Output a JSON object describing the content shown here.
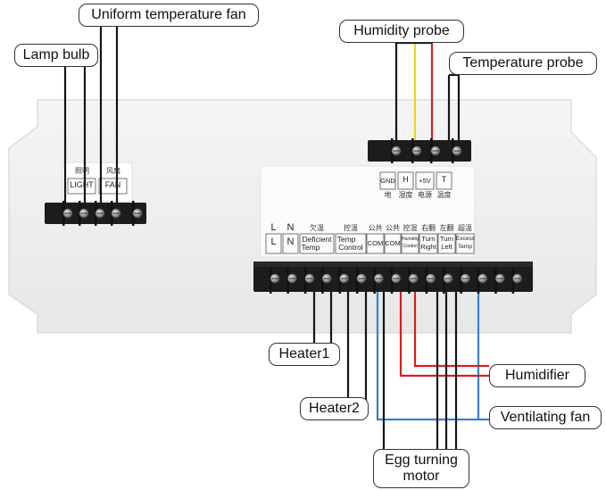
{
  "callouts": {
    "fan": "Uniform temperature fan",
    "lamp": "Lamp bulb",
    "humidity_probe": "Humidity probe",
    "temperature_probe": "Temperature probe",
    "heater1": "Heater1",
    "heater2": "Heater2",
    "humidifier": "Humidifier",
    "ventilating": "Ventilating fan",
    "egg_turning_line1": "Egg turning",
    "egg_turning_line2": "motor"
  },
  "left_block": {
    "cn_light": "照明",
    "cn_fan": "风扇",
    "light": "LIGHT",
    "fan": "FAN"
  },
  "probe_block": {
    "gnd": "GND",
    "h": "H",
    "v5": "+5V",
    "t": "T",
    "cn_gnd": "地",
    "cn_h": "湿度",
    "cn_v5": "电源",
    "cn_t": "温度"
  },
  "main_block": {
    "cn_deficient": "欠温",
    "cn_control": "控温",
    "cn_com": "公共",
    "cn_com2": "公共",
    "cn_humid": "控湿",
    "cn_right": "右翻",
    "cn_left": "左翻",
    "cn_excess": "超温",
    "l": "L",
    "n": "N",
    "deficient_1": "Deficient",
    "deficient_2": "Temp",
    "control_1": "Temp",
    "control_2": "Control",
    "com1": "COM",
    "com2": "COM",
    "humid_1": "Humidity",
    "humid_2": "Control",
    "right_1": "Turn",
    "right_2": "Right",
    "left_1": "Turn",
    "left_2": "Left",
    "excess_1": "Excess",
    "excess_2": "Temp"
  },
  "colors": {
    "wire_black": "#151515",
    "wire_red": "#d42020",
    "wire_blue": "#3a7fd0",
    "wire_yellow": "#f2d21a",
    "board": "#eef0f0",
    "terminal": "#1c1c1c"
  }
}
